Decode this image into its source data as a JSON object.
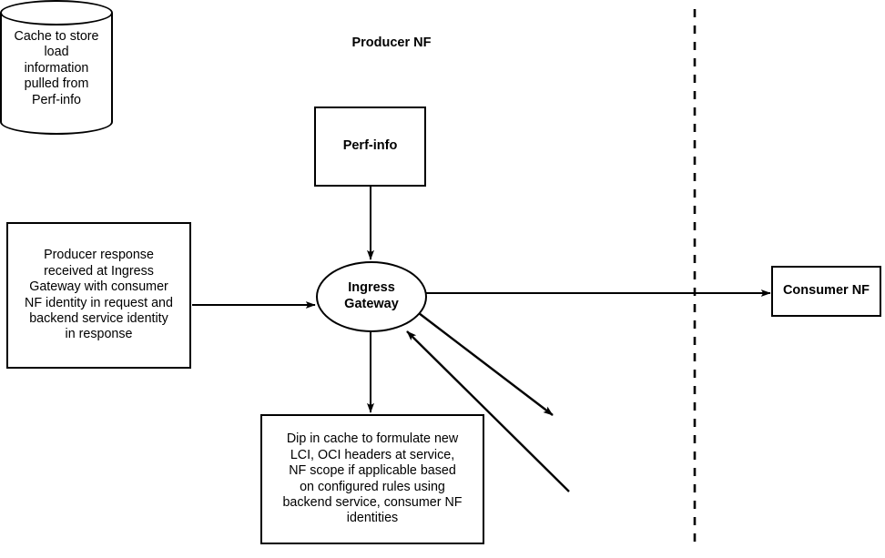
{
  "diagram": {
    "title": "Producer NF",
    "boundary_label": "producer-consumer-boundary",
    "nodes": {
      "perf_info": "Perf-info",
      "producer_response": "Producer response\nreceived at Ingress\nGateway with consumer\nNF identity in request and\nbackend service identity\nin response",
      "ingress_gateway": "Ingress\nGateway",
      "consumer_nf": "Consumer NF",
      "dip_in_cache": "Dip in cache to formulate new\nLCI, OCI headers at service,\nNF scope if applicable based\non configured rules using\nbackend service, consumer NF\nidentities",
      "cache": "Cache to store\nload\ninformation\npulled from\nPerf-info"
    }
  },
  "style": {
    "stroke": "#000000",
    "background": "#ffffff",
    "text_color": "#000000"
  }
}
